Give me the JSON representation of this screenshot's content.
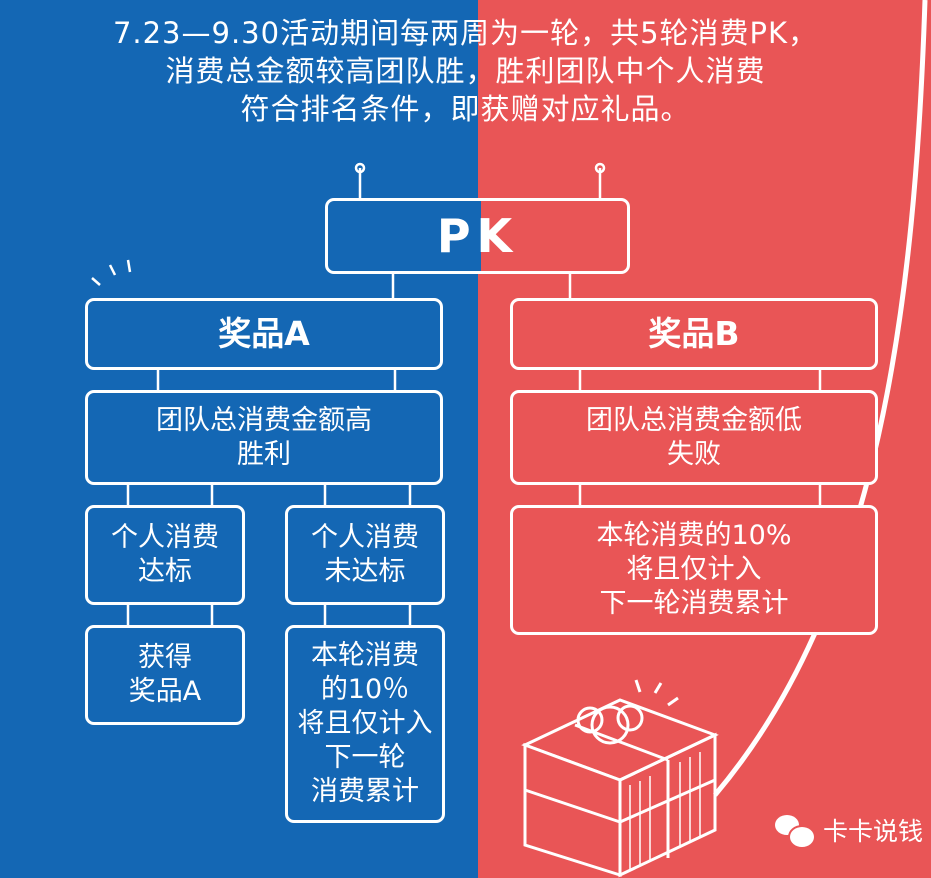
{
  "intro": {
    "line1": "7.23—9.30活动期间每两周为一轮，共5轮消费PK，",
    "line2": "消费总金额较高团队胜，胜利团队中个人消费",
    "line3": "符合排名条件，即获赠对应礼品。"
  },
  "pk": "PK",
  "prize_a": {
    "title": "奖品A",
    "condition": [
      "团队总消费金额高",
      "胜利"
    ],
    "met": {
      "label": [
        "个人消费",
        "达标"
      ],
      "result": [
        "获得",
        "奖品A"
      ]
    },
    "not_met": {
      "label": [
        "个人消费",
        "未达标"
      ],
      "result": [
        "本轮消费",
        "的10％",
        "将且仅计入",
        "下一轮",
        "消费累计"
      ]
    }
  },
  "prize_b": {
    "title": "奖品B",
    "condition": [
      "团队总消费金额低",
      "失败"
    ],
    "result": [
      "本轮消费的10%",
      "将且仅计入",
      "下一轮消费累计"
    ]
  },
  "watermark": "卡卡说钱",
  "colors": {
    "blue": "#1467b4",
    "red": "#e95556"
  }
}
